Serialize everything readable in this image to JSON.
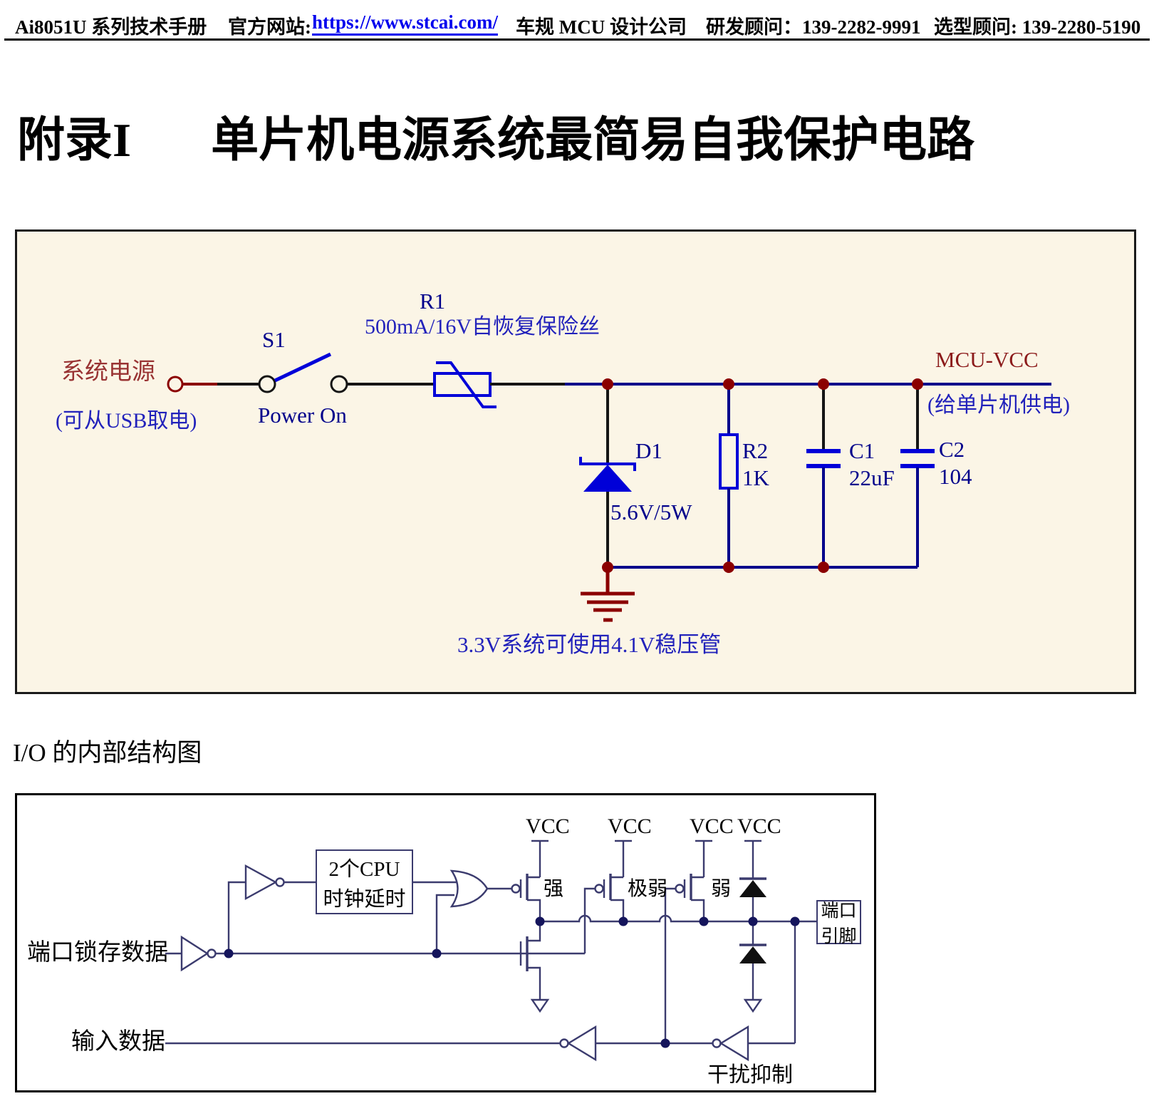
{
  "header": {
    "brand": "Ai8051U 系列技术手册",
    "site_label": "官方网站:",
    "site_url": "https://www.stcai.com/",
    "company": "车规 MCU 设计公司",
    "rd_contact": "研发顾问：139-2282-9991",
    "sel_contact": "选型顾问: 139-2280-5190"
  },
  "title": {
    "prefix": "附录I",
    "text": "单片机电源系统最简易自我保护电路"
  },
  "power_circuit": {
    "source_label": "系统电源",
    "source_note": "(可从USB取电)",
    "switch_ref": "S1",
    "switch_label": "Power On",
    "fuse_ref": "R1",
    "fuse_desc": "500mA/16V自恢复保险丝",
    "diode_ref": "D1",
    "diode_value": "5.6V/5W",
    "r2_ref": "R2",
    "r2_value": "1K",
    "c1_ref": "C1",
    "c1_value": "22uF",
    "c2_ref": "C2",
    "c2_value": "104",
    "output_label": "MCU-VCC",
    "output_note": "(给单片机供电)",
    "bottom_note": "3.3V系统可使用4.1V稳压管"
  },
  "io_diagram": {
    "heading": "I/O 的内部结构图",
    "vcc_label": "VCC",
    "delay_box_line1": "2个CPU",
    "delay_box_line2": "时钟延时",
    "strong_label": "强",
    "very_weak_label": "极弱",
    "weak_label": "弱",
    "port_pin_line1": "端口",
    "port_pin_line2": "引脚",
    "latch_label": "端口锁存数据",
    "input_label": "输入数据",
    "noise_label": "干扰抑制"
  },
  "colors": {
    "wire-navy": "#00008B",
    "component-blue": "#0000D8",
    "junction-red": "#8B0000",
    "label-red": "#8B1A1A",
    "note-blue": "#2222BB",
    "circuit-bg": "#FBF5E6",
    "line-slate": "#3B3B6E",
    "dot-navy": "#15155C",
    "link-blue": "#0000EE"
  }
}
